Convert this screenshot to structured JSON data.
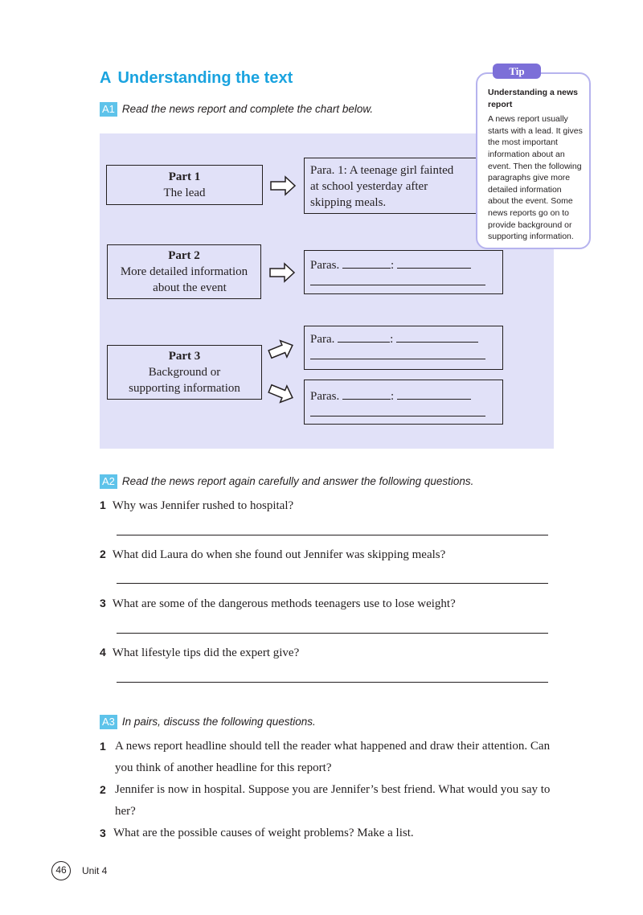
{
  "section": {
    "letter": "A",
    "title": "Understanding the text"
  },
  "a1": {
    "badge": "A1",
    "instruction": "Read the news report and complete the chart below.",
    "parts": [
      {
        "title": "Part 1",
        "lines": [
          "The lead"
        ]
      },
      {
        "title": "Part 2",
        "lines": [
          "More detailed information",
          "about the event"
        ]
      },
      {
        "title": "Part 3",
        "lines": [
          "Background or",
          "supporting information"
        ]
      }
    ],
    "part1_answer": [
      "Para. 1: A teenage girl fainted",
      "at school yesterday after",
      "skipping meals."
    ],
    "paras_label": "Paras.",
    "para_label": "Para.",
    "colon": ":"
  },
  "tip": {
    "tab": "Tip",
    "heading": "Understanding a news report",
    "body": "A news report usually starts with a lead. It gives the most important information about an event. Then the following paragraphs give more detailed information about the event. Some news reports go on to provide background or supporting information."
  },
  "a2": {
    "badge": "A2",
    "instruction": "Read the news report again carefully and answer the following questions.",
    "questions": [
      {
        "num": "1",
        "text": "Why was Jennifer rushed to hospital?"
      },
      {
        "num": "2",
        "text": "What did Laura do when she found out Jennifer was skipping meals?"
      },
      {
        "num": "3",
        "text": "What are some of the dangerous methods teenagers use to lose weight?"
      },
      {
        "num": "4",
        "text": "What lifestyle tips did the expert give?"
      }
    ]
  },
  "a3": {
    "badge": "A3",
    "instruction": "In pairs, discuss the following questions.",
    "questions": [
      {
        "num": "1",
        "text": "A news report headline should tell the reader what happened and draw their attention. Can you think of another headline for this report?"
      },
      {
        "num": "2",
        "text": "Jennifer is now in hospital. Suppose you are Jennifer’s best friend. What would you say to her?"
      },
      {
        "num": "3",
        "text": "What are the possible causes of weight problems? Make a list."
      }
    ]
  },
  "footer": {
    "page": "46",
    "unit": "Unit 4"
  },
  "colors": {
    "accent": "#1aa3df",
    "badge": "#5ec3ea",
    "chart_bg": "#e1e1f8",
    "tip_tab": "#7c6fd8",
    "tip_border": "#b6b3ee"
  }
}
